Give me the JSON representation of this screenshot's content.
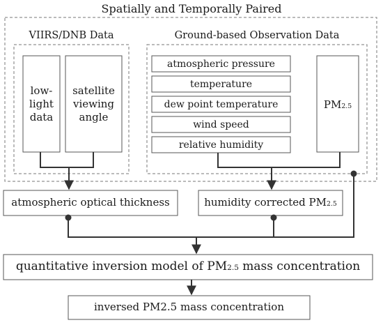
{
  "outer_title": "Spatially and Temporally Paired",
  "viirs": {
    "title": "VIIRS/DNB Data",
    "box1": [
      "low-",
      "light",
      "data"
    ],
    "box2": [
      "satellite",
      "viewing",
      "angle"
    ]
  },
  "ground": {
    "title": "Ground-based Observation Data",
    "items": [
      "atmospheric pressure",
      "temperature",
      "dew point temperature",
      "wind speed",
      "relative humidity"
    ],
    "pm_main": "PM",
    "pm_sub": "2.5"
  },
  "aot": "atmospheric optical thickness",
  "humidity": {
    "main": "humidity corrected PM",
    "sub": "2.5"
  },
  "model": {
    "pre": "quantitative inversion model of PM",
    "sub": "2.5",
    "post": " mass concentration"
  },
  "result": "inversed PM2.5 mass concentration",
  "colors": {
    "line": "#333333",
    "dashed": "#777777",
    "box": "#555555"
  }
}
